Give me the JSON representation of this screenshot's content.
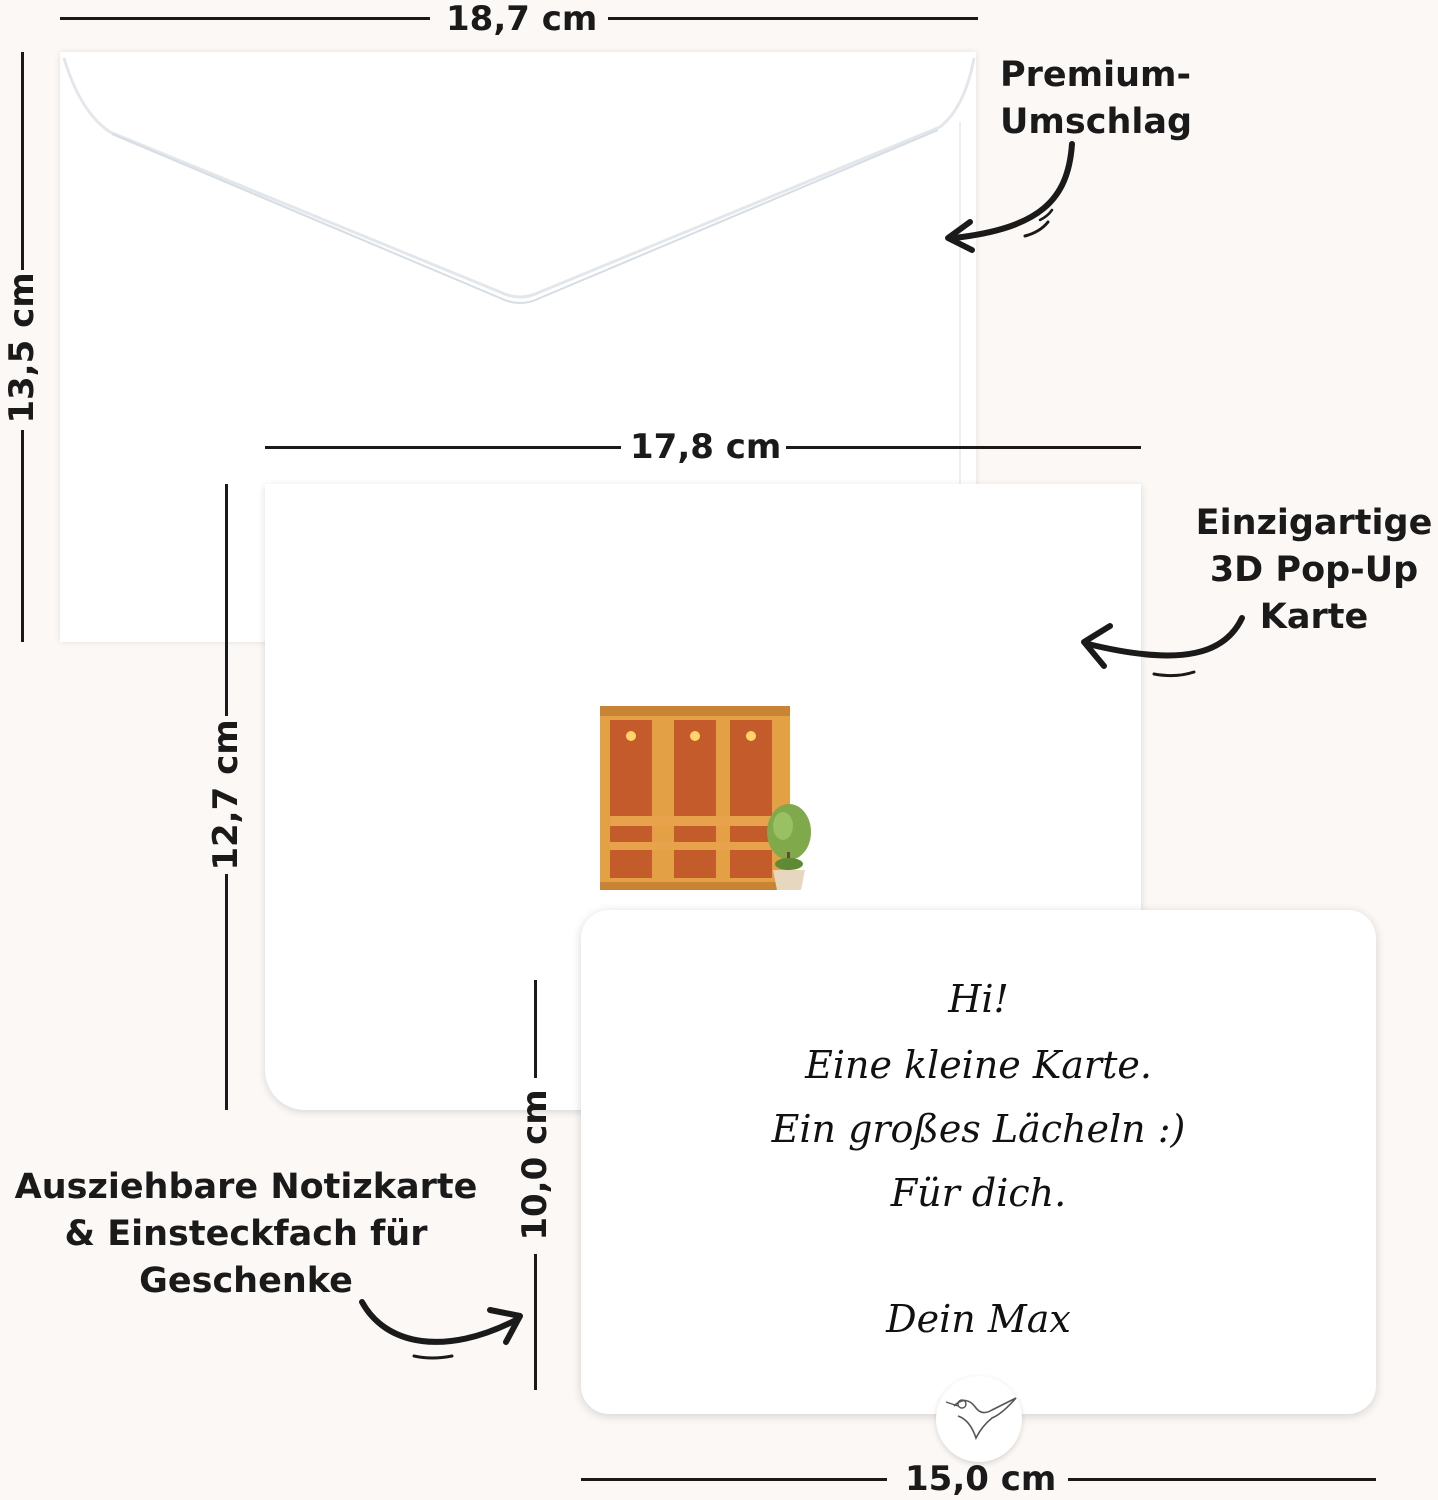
{
  "dimensions": {
    "envelope_width": "18,7 cm",
    "envelope_height": "13,5 cm",
    "card_width": "17,8 cm",
    "card_height": "12,7 cm",
    "note_height": "10,0 cm",
    "note_width": "15,0 cm"
  },
  "labels": {
    "envelope": [
      "Premium-",
      "Umschlag"
    ],
    "card": [
      "Einzigartige",
      "3D Pop-Up",
      "Karte"
    ],
    "note": [
      "Ausziehbare Notizkarte",
      "& Einsteckfach für",
      "Geschenke"
    ]
  },
  "note_card": {
    "lines": [
      "Hi!",
      "Eine kleine Karte.",
      "Ein großes Lächeln :)",
      "Für dich.",
      "Dein Max"
    ]
  },
  "icons": {
    "arrow": "curved-arrow-icon",
    "sauna": "sauna-illustration-icon",
    "plant": "potted-plant-icon",
    "seal": "hummingbird-icon"
  }
}
